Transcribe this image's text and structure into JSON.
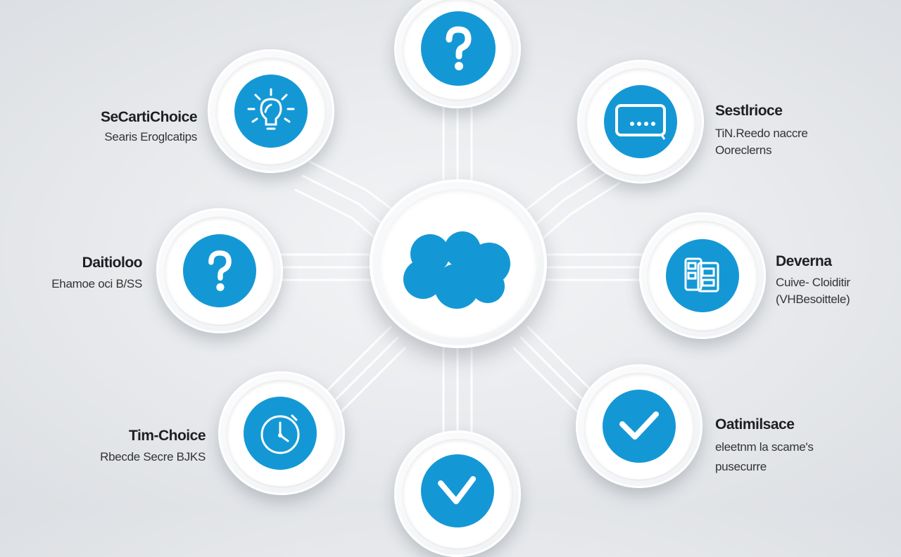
{
  "accent_color": "#1498d5",
  "nodes": {
    "top": {
      "icon": "question-mark-icon"
    },
    "top_left": {
      "icon": "lightbulb-icon",
      "title": "SeCartiChoice",
      "subtitle": "Searis Eroglcatips"
    },
    "top_right": {
      "icon": "screen-icon",
      "title": "Sestlrioce",
      "subtitle_1": "TiN.Reedo naccre",
      "subtitle_2": "Ooreclerns"
    },
    "mid_left": {
      "icon": "question-mark-icon",
      "title": "Daitioloo",
      "subtitle": "Ehamoe oci B/SS"
    },
    "mid_right": {
      "icon": "devices-icon",
      "title": "Deverna",
      "subtitle_1": "Cuive- Cloiditir",
      "subtitle_2": "(VHBesoittele)"
    },
    "bottom_left": {
      "icon": "clock-icon",
      "title": "Tim-Choice",
      "subtitle": "Rbecde Secre BJKS"
    },
    "bottom_right": {
      "icon": "checkmark-icon",
      "title": "Oatimilsace",
      "subtitle_1": "eleetnm la scame's",
      "subtitle_2": "pusecurre"
    },
    "bottom": {
      "icon": "checkmark-icon"
    },
    "center": {
      "icon": "cloud-icon"
    }
  }
}
